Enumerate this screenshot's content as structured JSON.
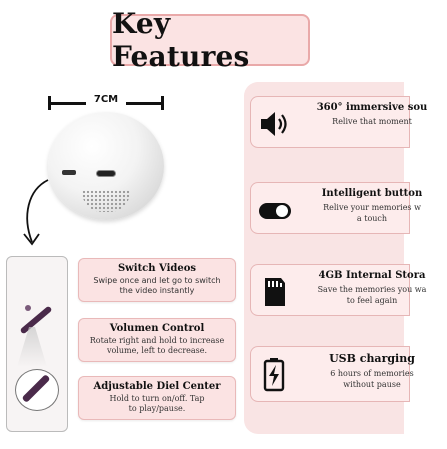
{
  "header": {
    "title": "Key Features"
  },
  "device": {
    "size_label": "7CM"
  },
  "left_features": [
    {
      "title": "Switch Videos",
      "desc_1": "Swipe once and let go to switch",
      "desc_2": "the video instantly"
    },
    {
      "title": "Volumen Control",
      "desc_1": "Rotate right and hold to increase",
      "desc_2": "volume, left to decrease."
    },
    {
      "title": "Adjustable Diel Center",
      "desc_1": "Hold to turn on/off. Tap",
      "desc_2": "to play/pause."
    }
  ],
  "right_features": [
    {
      "icon": "speaker-icon",
      "title": "360° immersive sou",
      "desc_1": "Relive that moment",
      "desc_2": ""
    },
    {
      "icon": "toggle-icon",
      "title": "Intelligent button",
      "desc_1": "Relive your memories w",
      "desc_2": "a touch"
    },
    {
      "icon": "sd-card-icon",
      "title": "4GB Internal Stora",
      "desc_1": "Save the memories you wa",
      "desc_2": "to feel again"
    },
    {
      "icon": "battery-charging-icon",
      "title": "USB charging",
      "desc_1": "6 hours of memories",
      "desc_2": "without pause"
    }
  ]
}
